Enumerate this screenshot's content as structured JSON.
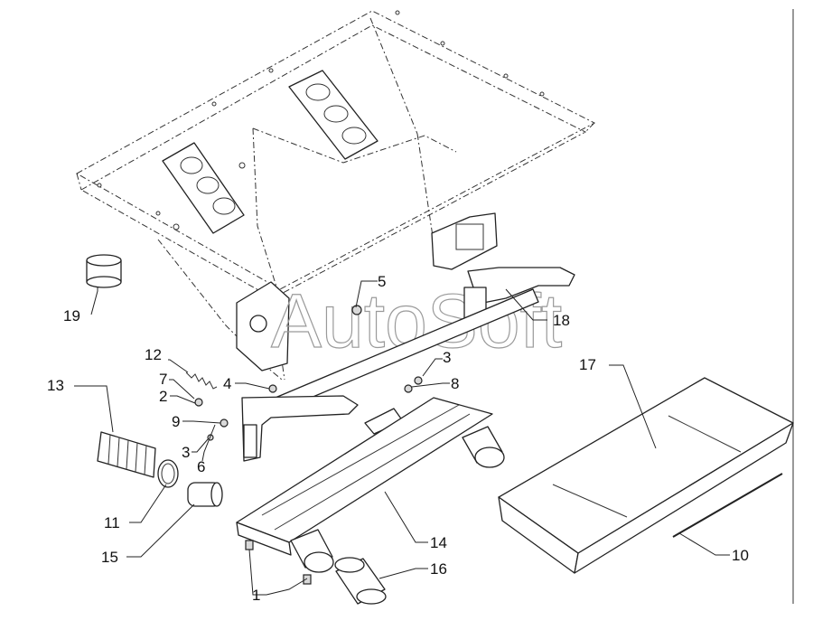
{
  "watermark": "AutoSoft",
  "callouts": [
    {
      "id": "1",
      "text": "1"
    },
    {
      "id": "2",
      "text": "2"
    },
    {
      "id": "3a",
      "text": "3"
    },
    {
      "id": "3b",
      "text": "3"
    },
    {
      "id": "4",
      "text": "4"
    },
    {
      "id": "5",
      "text": "5"
    },
    {
      "id": "6",
      "text": "6"
    },
    {
      "id": "7",
      "text": "7"
    },
    {
      "id": "8",
      "text": "8"
    },
    {
      "id": "9",
      "text": "9"
    },
    {
      "id": "10",
      "text": "10"
    },
    {
      "id": "11",
      "text": "11"
    },
    {
      "id": "12",
      "text": "12"
    },
    {
      "id": "13",
      "text": "13"
    },
    {
      "id": "14",
      "text": "14"
    },
    {
      "id": "15",
      "text": "15"
    },
    {
      "id": "16",
      "text": "16"
    },
    {
      "id": "17",
      "text": "17"
    },
    {
      "id": "18",
      "text": "18"
    },
    {
      "id": "19",
      "text": "19"
    }
  ]
}
